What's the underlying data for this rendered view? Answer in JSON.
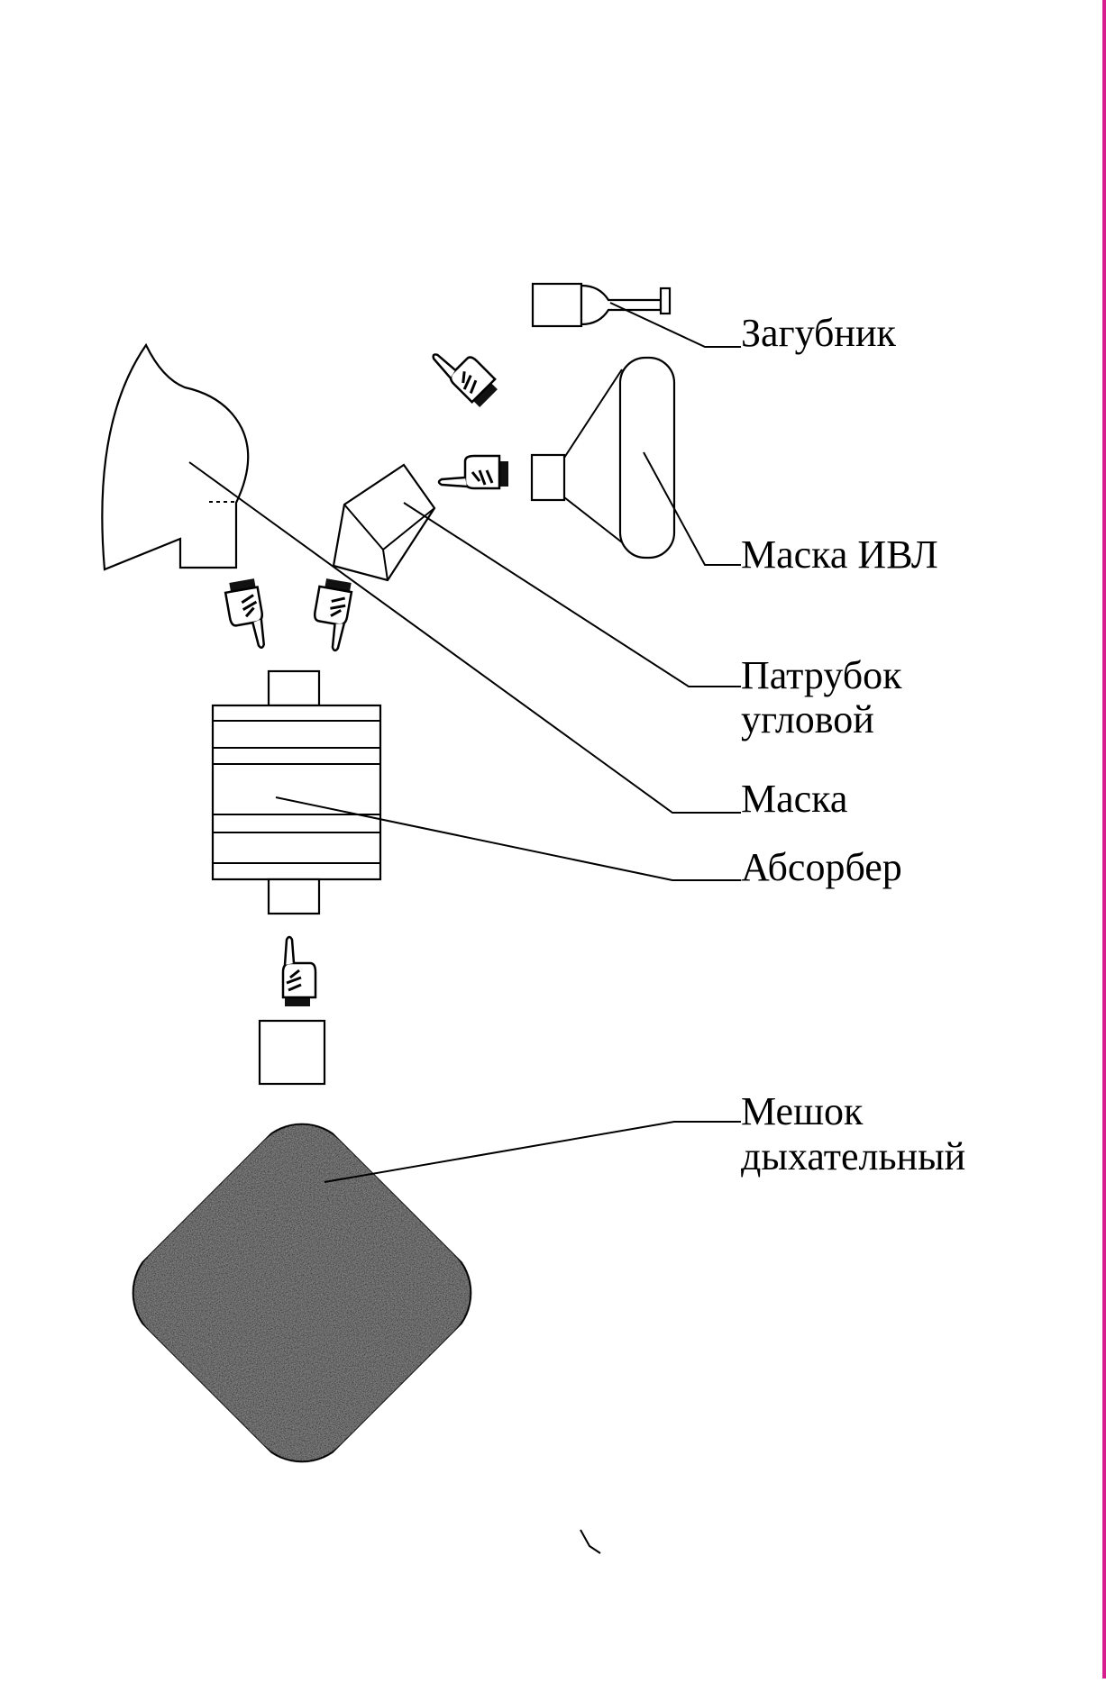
{
  "diagram": {
    "labels": {
      "mouthpiece": "Загубник",
      "ventilation_mask": "Маска ИВЛ",
      "elbow_line1": "Патрубок",
      "elbow_line2": "угловой",
      "mask": "Маска",
      "absorber": "Абсорбер",
      "bag_line1": "Мешок",
      "bag_line2": "дыхательный"
    },
    "icons": {
      "pointer": "pointing-hand-icon"
    },
    "colors": {
      "line": "#000000",
      "bag_fill": "#8c8c8c",
      "edge_mark": "#d81e8c"
    }
  }
}
